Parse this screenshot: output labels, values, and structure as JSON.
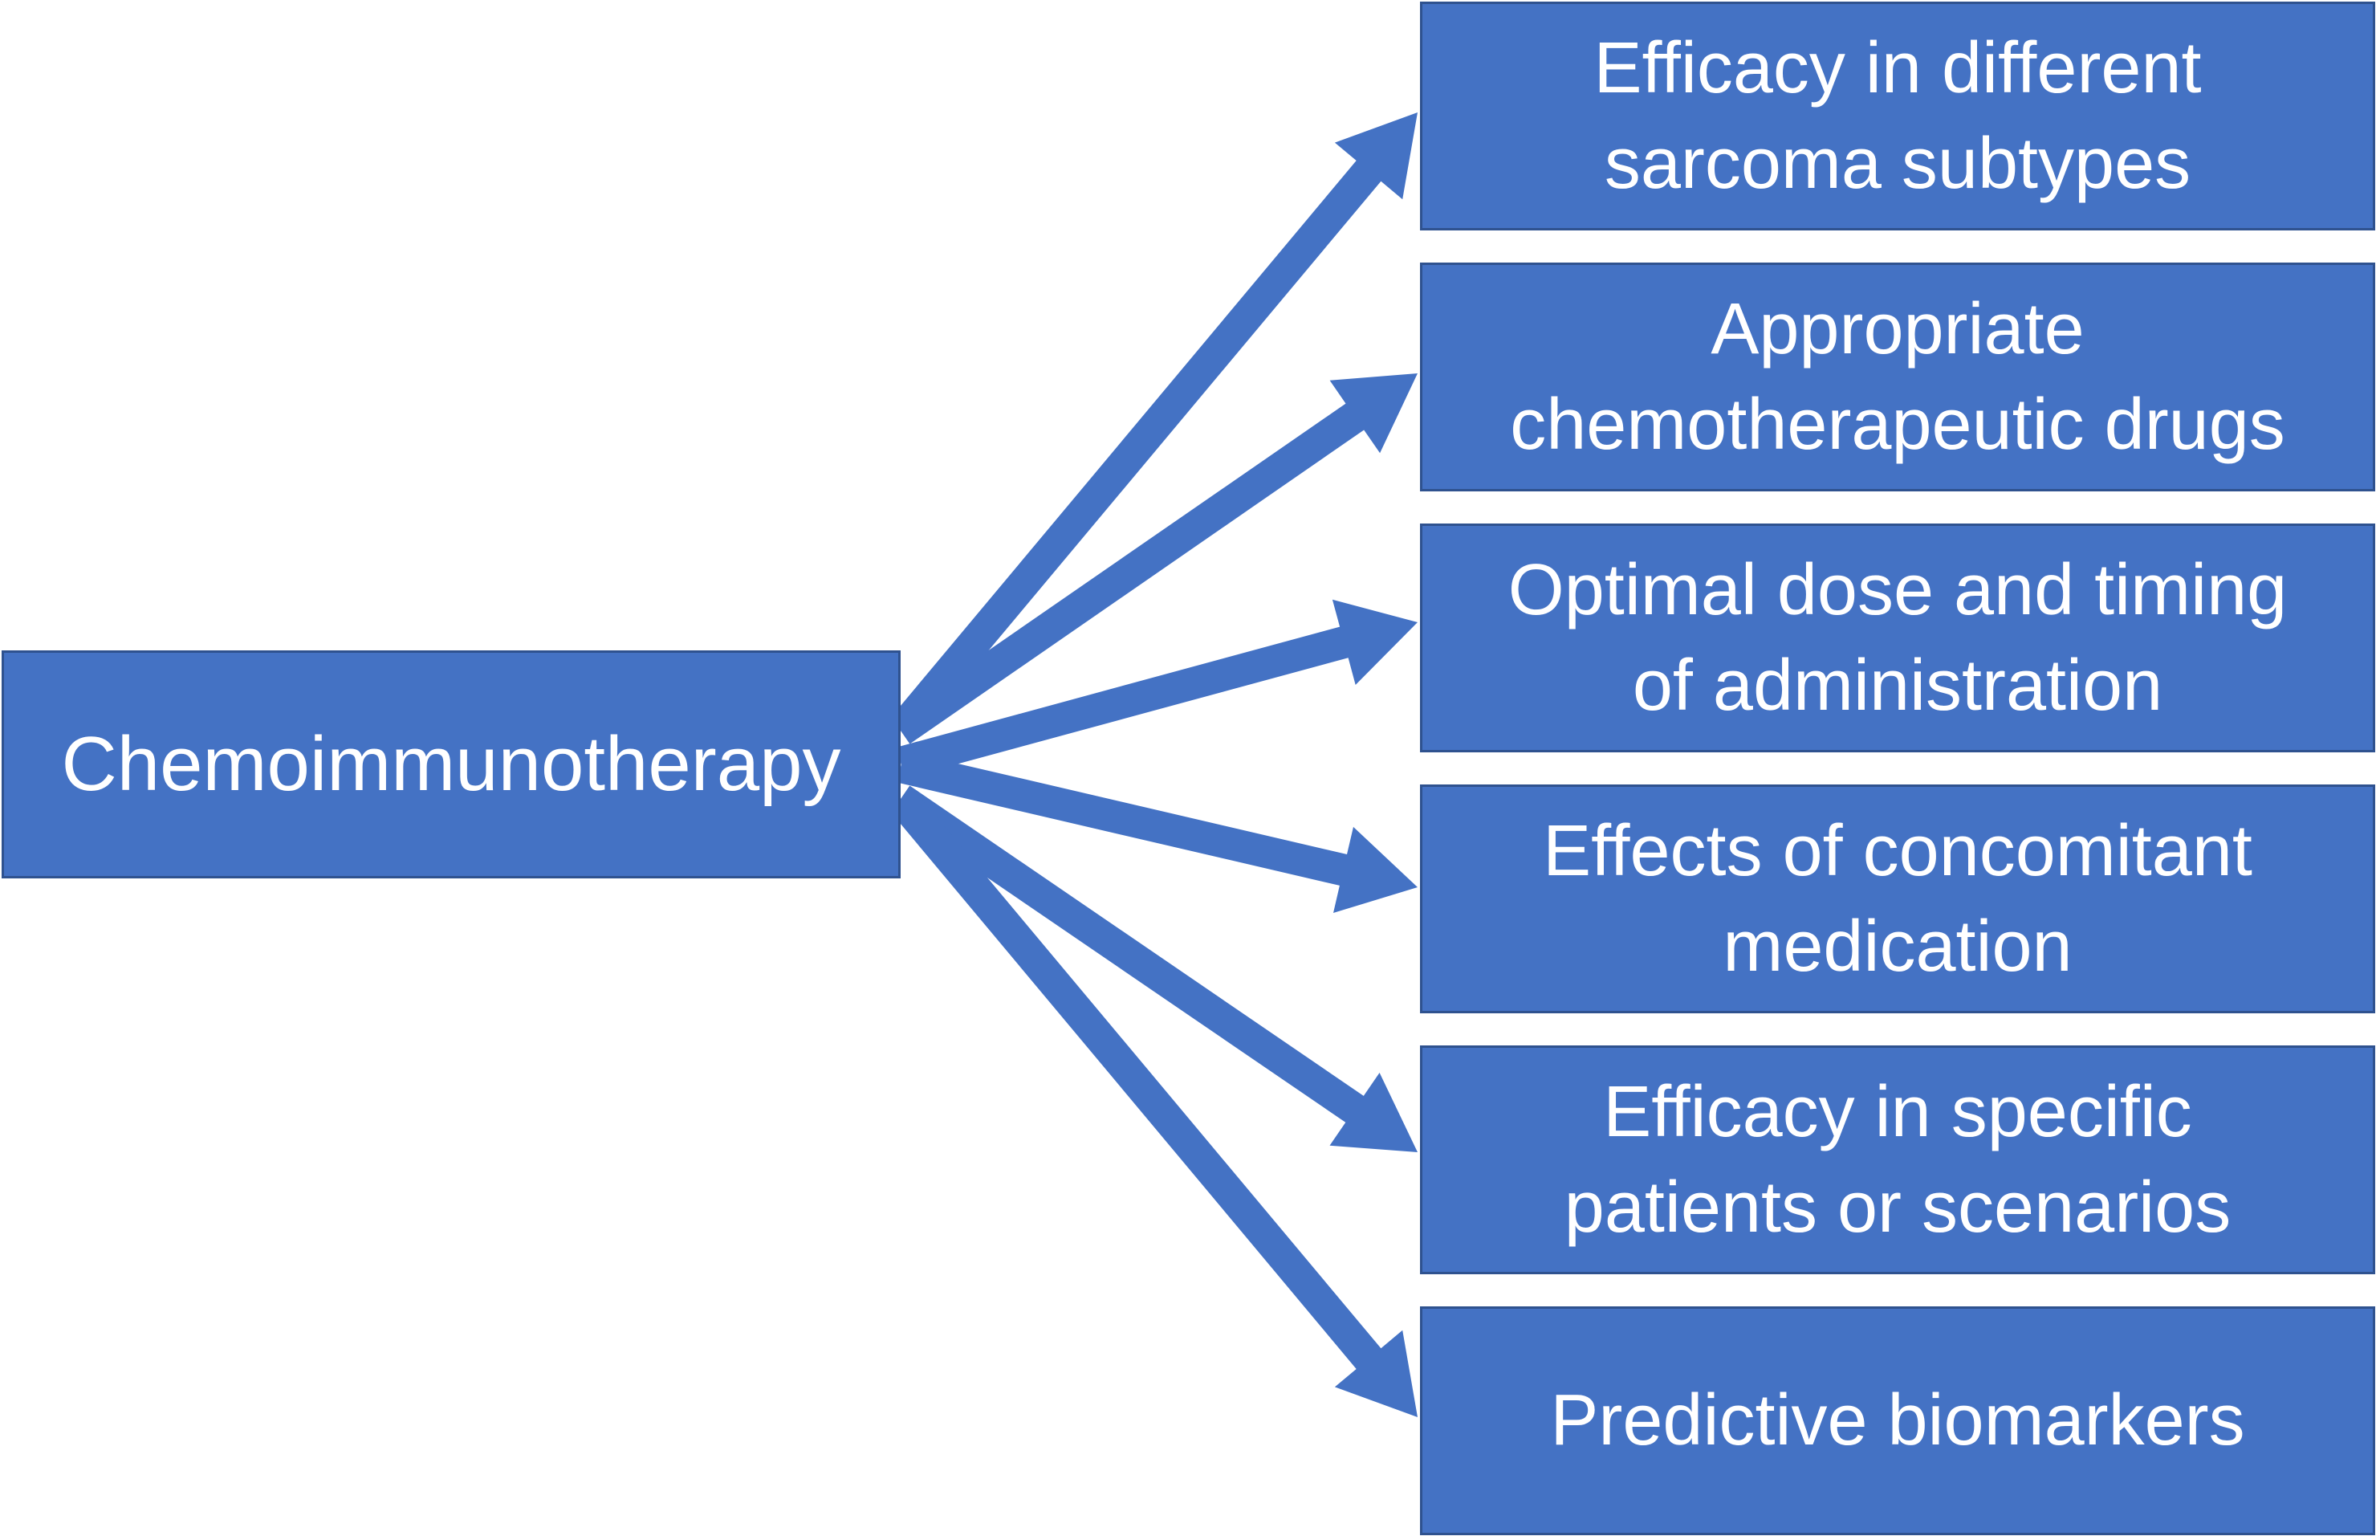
{
  "colors": {
    "box_fill": "#4472C4",
    "box_border": "#2F528F",
    "arrow": "#4472C4",
    "text": "#ffffff"
  },
  "source": {
    "label": "Chemoimmunotherapy"
  },
  "targets": [
    {
      "label": "Efficacy in different\nsarcoma subtypes"
    },
    {
      "label": "Appropriate\nchemotherapeutic drugs"
    },
    {
      "label": "Optimal dose and timing\nof administration"
    },
    {
      "label": "Effects of concomitant\nmedication"
    },
    {
      "label": "Efficacy in specific\npatients or scenarios"
    },
    {
      "label": "Predictive biomarkers"
    }
  ]
}
